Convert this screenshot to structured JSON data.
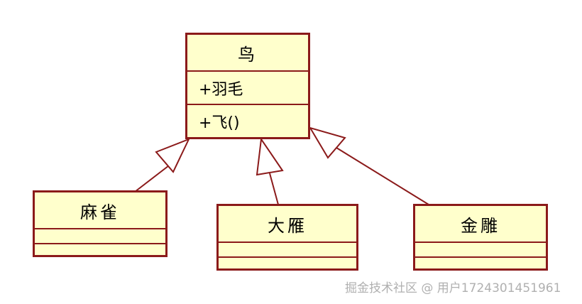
{
  "diagram": {
    "colors": {
      "border": "#8b1a1a",
      "fill": "#ffffcc",
      "edge": "#8b1a1a"
    },
    "parent": {
      "name": "鸟",
      "attribute": "+羽毛",
      "operation": "+飞()"
    },
    "children": [
      {
        "name": "麻雀"
      },
      {
        "name": "大雁"
      },
      {
        "name": "金雕"
      }
    ],
    "relationship": "generalization"
  },
  "watermark": "掘金技术社区 @ 用户1724301451961"
}
